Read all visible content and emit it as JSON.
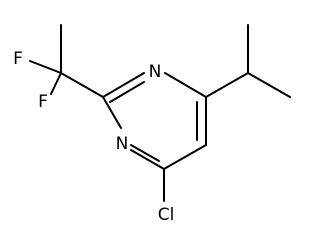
{
  "molecule": {
    "atoms": {
      "fluorine_1": "F",
      "fluorine_2": "F",
      "nitrogen_1": "N",
      "nitrogen_3": "N",
      "chlorine": "Cl"
    }
  }
}
